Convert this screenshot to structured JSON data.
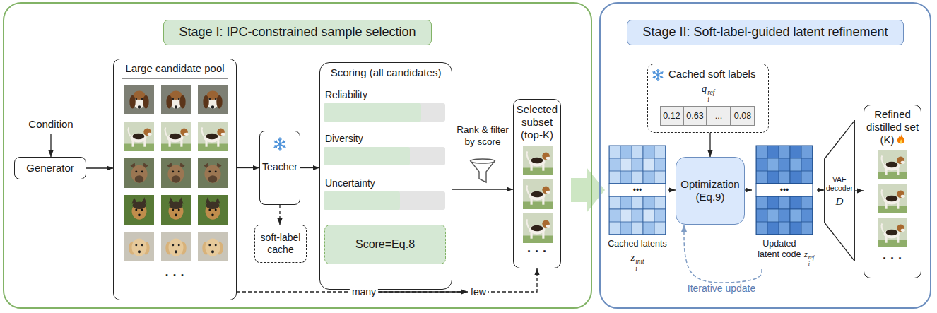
{
  "diagram": {
    "nodes": [
      {
        "text": [
          "Stage I: IPC-constrained sample selection"
        ]
      },
      {
        "text": [
          "Generator"
        ],
        "in": 0
      },
      {
        "text": [
          "Large candidate pool",
          "· · ·"
        ],
        "in": 0
      },
      {
        "text": [
          "Teacher"
        ],
        "in": 0
      },
      {
        "text": [
          "soft-label cache"
        ],
        "in": 0
      },
      {
        "text": [
          "Scoring (all candidates)",
          "Reliability",
          "Diversity",
          "Uncertainty"
        ],
        "in": 0
      },
      {
        "text": [
          "Score=Eq.8"
        ],
        "in": 5
      },
      {
        "text": [
          "Selected subset (top-K)",
          "· · ·"
        ],
        "in": 0
      },
      {
        "text": [
          "Stage II: Soft-label-guided latent refinement"
        ]
      },
      {
        "text": [
          "Cached soft labels",
          "q",
          "i",
          "ref"
        ],
        "in": 8
      },
      {
        "text": [
          "0.12"
        ],
        "in": 9
      },
      {
        "text": [
          "0.63"
        ],
        "in": 9
      },
      {
        "text": [
          "..."
        ],
        "in": 9
      },
      {
        "text": [
          "0.08"
        ],
        "in": 9
      },
      {
        "text": [
          "•••",
          "Cached latents",
          "z",
          "i",
          "init"
        ],
        "in": 8
      },
      {
        "text": [
          "Optimization (Eq.9)"
        ],
        "in": 8
      },
      {
        "text": [
          "•••",
          "Updated latent code",
          "z",
          "i",
          "ref"
        ],
        "in": 8
      },
      {
        "text": [
          "VAE decoder",
          "D"
        ],
        "in": 8
      },
      {
        "text": [
          "Refined distilled set (K)",
          "· · ·"
        ],
        "in": 8
      }
    ],
    "edges": [
      {
        "from": 1,
        "to": 2,
        "arrow": "to"
      },
      {
        "from": 2,
        "to": 3,
        "arrow": "to"
      },
      {
        "from": 3,
        "to": 4,
        "arrow": "to"
      },
      {
        "from": 3,
        "to": 5,
        "arrow": "to"
      },
      {
        "from": 5,
        "to": 7,
        "label": "Rank & filter by score",
        "arrow": "to"
      },
      {
        "from": 2,
        "to": 7,
        "arrow": "to"
      },
      {
        "from": 0,
        "to": 8,
        "arrow": "to"
      },
      {
        "from": 9,
        "to": 15,
        "arrow": "to"
      },
      {
        "from": 14,
        "to": 15,
        "arrow": "to"
      },
      {
        "from": 15,
        "to": 16,
        "arrow": "to"
      },
      {
        "from": 16,
        "to": 17,
        "arrow": "to"
      },
      {
        "from": 17,
        "to": 18,
        "arrow": "to"
      },
      {
        "from": 16,
        "to": 15,
        "label": "Iterative update",
        "arrow": "to"
      }
    ],
    "labels": [
      "Condition",
      "many",
      "few"
    ]
  }
}
